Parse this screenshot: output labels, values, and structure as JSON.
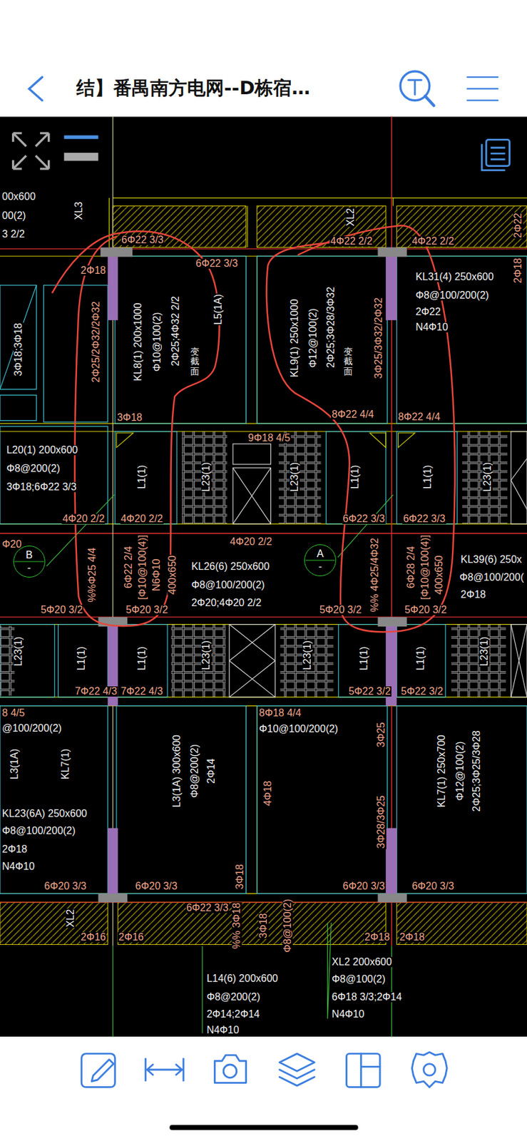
{
  "diagram": {
    "title": "结】番禺南方电网--D栋宿…",
    "nodes": [
      {
        "text": [
          "B",
          "-"
        ]
      },
      {
        "text": [
          "A",
          "-"
        ]
      }
    ],
    "labels": [
      "00x600",
      "00(2)",
      "3 2/2",
      "XL3",
      "6Φ22 3/3",
      "XL2",
      "4Φ22 2/2",
      "4Φ22 2/2",
      "2Φ22",
      "2Φ18",
      "6Φ22 3/3",
      "KL31(4) 250x600",
      "Φ8@100/200(2)",
      "2Φ22",
      "N4Φ10",
      "2Φ18",
      "3Φ18;3Φ18",
      "2Φ25/2Φ32/2Φ32",
      "KL8(1) 200x1000",
      "Φ10@100(2)",
      "2Φ25;4Φ32 2/2",
      "变截面",
      "L5(1A)",
      "KL9(1) 250x1000",
      "Φ12@100(2)",
      "2Φ25;3Φ28/3Φ32",
      "变截面",
      "3Φ25/3Φ32/2Φ32",
      "3Φ18",
      "8Φ22 4/4",
      "8Φ22 4/4",
      "L20(1) 200x600",
      "Φ8@200(2)",
      "3Φ18;6Φ22 3/3",
      "9Φ18 4/5",
      "L1(1)",
      "L23(1)",
      "L23(1)",
      "L1(1)",
      "L1(1)",
      "L23(1)",
      "4Φ20 2/2",
      "4Φ20 2/2",
      "6Φ22 3/3",
      "6Φ22 3/3",
      "Φ20",
      "4Φ20 2/2",
      "%%Φ25 4/4",
      "6Φ22 2/4",
      "[Φ10@100(4)]",
      "N6Φ10",
      "400x650",
      "KL26(6) 250x600",
      "Φ8@100/200(2)",
      "2Φ20;4Φ20 2/2",
      "%% 4Φ25/4Φ32",
      "6Φ28 2/4",
      "[Φ10@100(4)]",
      "400x650",
      "KL39(6) 250x",
      "Φ8@100/200(",
      "2Φ18",
      "5Φ20 3/2",
      "5Φ20 3/2",
      "5Φ20 3/2",
      "5Φ20 3/2",
      "L23(1)",
      "L1(1)",
      "L1(1)",
      "L23(1)",
      "L23(1)",
      "L1(1)",
      "L1(1)",
      "L23(1)",
      "7Φ22 4/3",
      "7Φ22 4/3",
      "5Φ22 3/2",
      "5Φ22 3/2",
      "8 4/5",
      "@100/200(2)",
      "8Φ18 4/4",
      "Φ10@100/200(2)",
      "L3(1A)",
      "KL7(1)",
      "L3(1A) 300x600",
      "Φ8@200(2)",
      "2Φ14",
      "4Φ18",
      "3Φ25",
      "3Φ28/3Φ25",
      "KL7(1) 250x700",
      "Φ12@100(2)",
      "2Φ25;3Φ25/3Φ28",
      "KL23(6A) 250x600",
      "Φ8@100/200(2)",
      "2Φ18",
      "N4Φ10",
      "6Φ20 3/3",
      "6Φ20 3/3",
      "6Φ20 3/3",
      "6Φ20 3/3",
      "3Φ18",
      "6Φ22 3/3",
      "XL2",
      "%% 3Φ18",
      "3Φ18",
      "Φ8@100(2)",
      "2Φ16",
      "2Φ16",
      "2Φ18",
      "2Φ18",
      "L14(6) 200x600",
      "Φ8@200(2)",
      "2Φ14;2Φ14",
      "N4Φ10",
      "XL2 200x600",
      "Φ8@100(2)",
      "6Φ18 3/3;2Φ14",
      "N4Φ10"
    ]
  }
}
